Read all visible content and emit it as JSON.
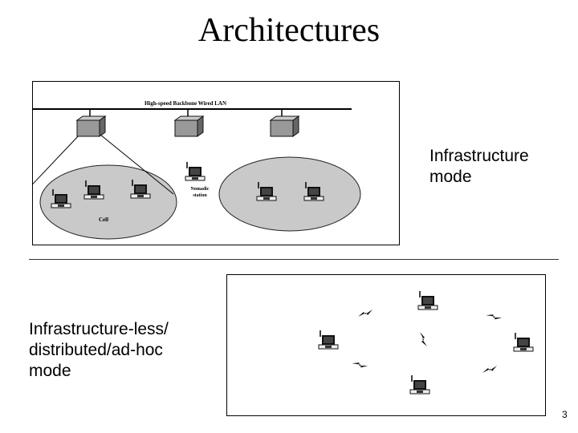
{
  "slide": {
    "title": "Architectures",
    "page_number": "3"
  },
  "infrastructure": {
    "label_line1": "Infrastructure",
    "label_line2": "mode",
    "diagram": {
      "backbone_label": "High-speed Backbone Wired LAN",
      "nomadic_line1": "Nomadic",
      "nomadic_line2": "station",
      "cell_label": "Cell"
    }
  },
  "adhoc": {
    "label_line1": "Infrastructure-less/",
    "label_line2": "distributed/ad-hoc",
    "label_line3": "mode"
  }
}
